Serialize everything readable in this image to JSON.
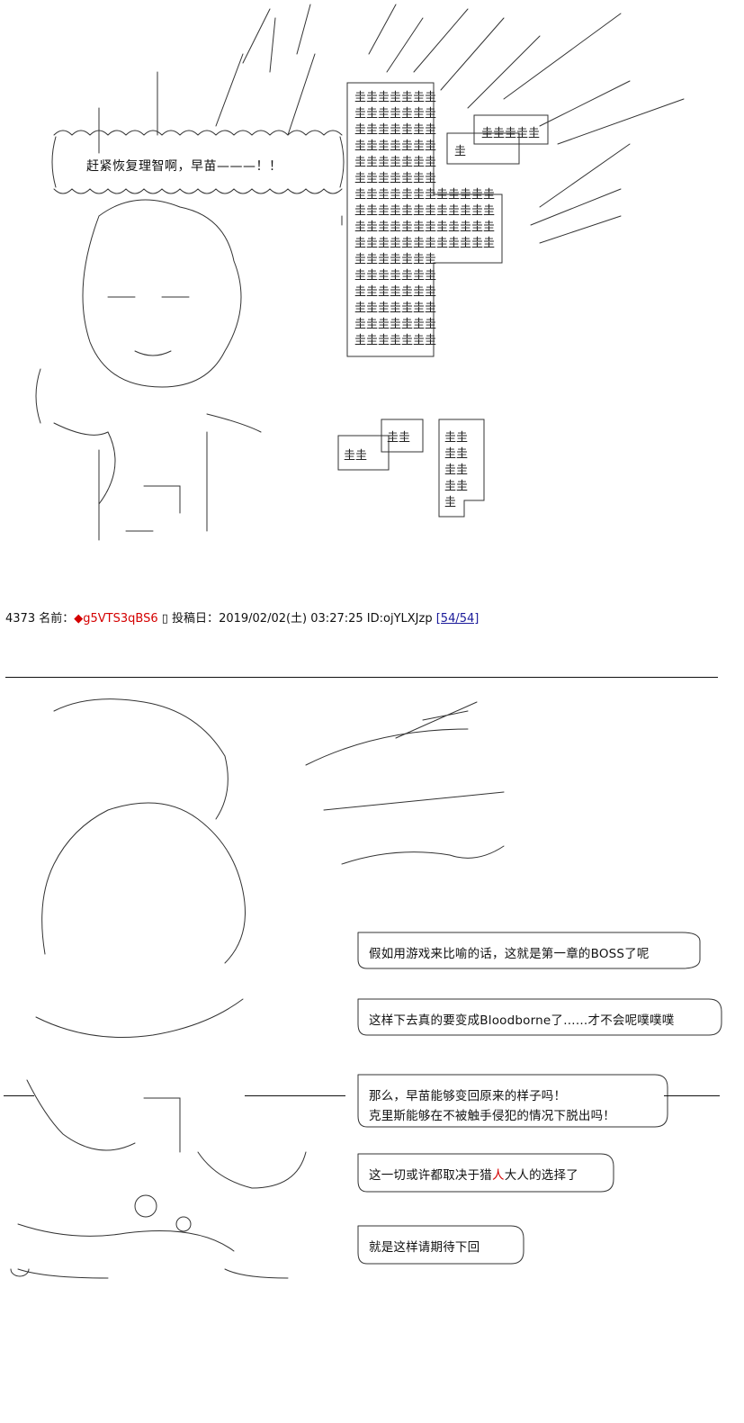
{
  "panel1": {
    "shout_text": "赶紧恢复理智啊，早苗———！！",
    "sign_glyph": "圭"
  },
  "post": {
    "number": "4373",
    "name_label": "名前：",
    "diamond": "◆",
    "trip": "g5VTS3qBS6",
    "box_glyph": "▯",
    "date_label": "投稿日：",
    "date": "2019/02/02(土) 03:27:25",
    "id": "ID:ojYLXJzp",
    "reply": "[54/54]"
  },
  "panel2": {
    "bubble1_line1": "假如用游戏来比喻的话，这就是第一章的BOSS了呢",
    "bubble1_line2": "这样下去真的要变成Bloodborne了……才不会呢噗噗噗",
    "bubble2_line1": "那么，早苗能够变回原来的样子吗！",
    "bubble2_line2": "克里斯能够在不被触手侵犯的情况下脱出吗！",
    "bubble3_pre": "这一切或许都取决于猎",
    "bubble3_mid": "人",
    "bubble3_post": "大人的选择了",
    "bubble4_line1": "就是这样请期待下回"
  },
  "colors": {
    "ink": "#111111",
    "trip_red": "#d40000",
    "reply_blue": "#1a1a9a",
    "background": "#ffffff"
  }
}
